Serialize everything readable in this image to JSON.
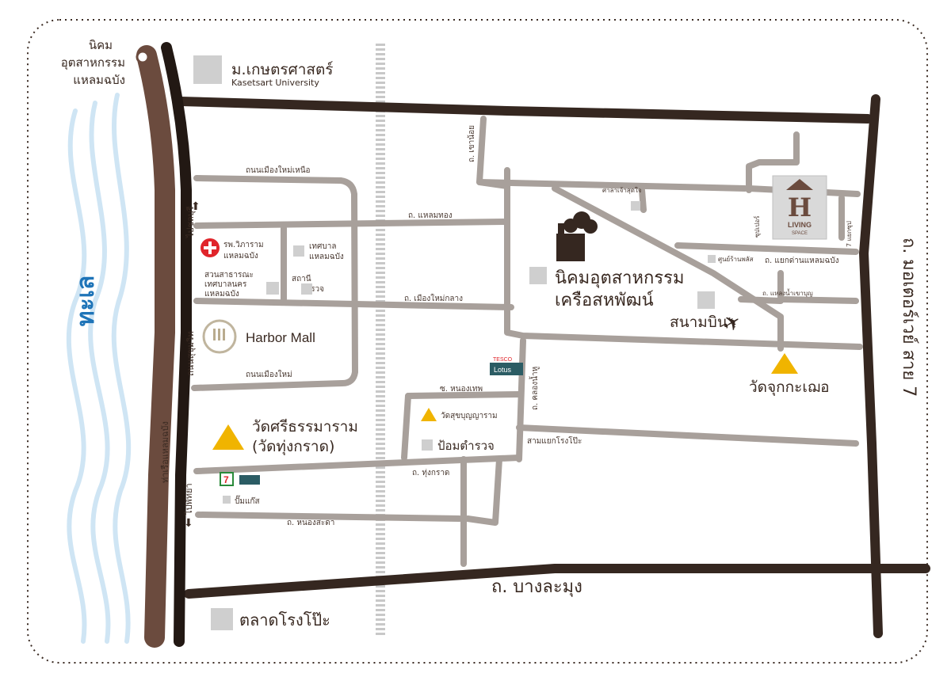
{
  "map": {
    "colors": {
      "main_road": "#352720",
      "coastal_road": "#6b4b3e",
      "minor_road": "#a8a09b",
      "sea_wave": "#cfe5f4",
      "sea_label": "#1e74b8",
      "landmark_square": "#cfcfcf",
      "temple_triangle": "#f0b400",
      "hospital_red": "#e0252b",
      "railway": "#c8c8c8"
    },
    "sea": {
      "label": "ทะเล"
    },
    "top_left": {
      "line1": "นิคม",
      "line2": "อุตสาหกรรม",
      "line3": "แหลมฉบัง"
    },
    "university": {
      "name_th": "ม.เกษตรศาสตร์",
      "name_en": "Kasetsart University"
    },
    "coastal": {
      "dir_north": "ไปชลบุรี",
      "road_top": "ถนนสุขุมวิท",
      "road_bottom": "ท่าเรือแหลมฉบัง",
      "dir_south": "ไปพัทยา"
    },
    "roads": {
      "north_road": "ถนนเมืองใหม่เหนือ",
      "laem_thong": "ถ. แหลมทอง",
      "muang_mai_central": "ถ. เมืองใหม่กลาง",
      "muang_mai": "ถนนเมืองใหม่",
      "sukhumvit_soi_nong_thep": "ซ. หนองเทพ",
      "thung_krad": "ถ. ทุ่งกราด",
      "nong_sa_da": "ถ. หนองสะดา",
      "khao_noi": "ถ. เขาน้อย",
      "khlong_nam_hu": "ถ. คลองน้ำหู",
      "wat_sam_roi": "ศาลาเจ้าสุดใจ",
      "laem_rong_pho": "สามแยกโรงโป๊ะ",
      "yak_samnak": "ถ. แยกด่านแหลมฉบัง",
      "klang_chuea_mong": "ถ. แหลงน้ำเขาบุญ",
      "soi_left": "ซุปเปอร์",
      "soi_right": "7 แยกซุป",
      "market_near": "ศูนย์ร้านพลัส",
      "bang_la_mung": "ถ. บางละมุง",
      "motorway": "ถ. มอเตอร์เวย์ สาย 7"
    },
    "places": {
      "hospital": {
        "line1": "รพ.วิภาราม",
        "line2": "แหลมฉบัง"
      },
      "municipality": {
        "line1": "เทศบาล",
        "line2": "แหลมฉบัง"
      },
      "park": {
        "line1": "สวนสาธารณะ",
        "line2": "เทศบาลนคร",
        "line3": "แหลมฉบัง"
      },
      "police_station": {
        "line1": "สถานี",
        "line2": "ตำรวจ"
      },
      "harbor_mall": "Harbor Mall",
      "temple_left": {
        "line1": "วัดศรีธรรมาราม",
        "line2": "(วัดทุ่งกราด)"
      },
      "temple_small": "วัดสุขบุญญาราม",
      "police_box": "ป้อมตำรวจ",
      "gas_station": "ปั๊มแก๊ส",
      "lotus_top": "TESCO",
      "lotus_bottom": "Lotus",
      "industrial_estate": {
        "line1": "นิคมอุตสาหกรรม",
        "line2": "เครือสหพัฒน์"
      },
      "airport": "สนามบิน",
      "temple_right": "วัดจุกกะเฌอ",
      "market": "ตลาดโรงโป๊ะ",
      "living_space": {
        "letter": "H",
        "line1": "LIVING",
        "line2": "SPACE"
      },
      "seven_eleven": "7"
    }
  }
}
